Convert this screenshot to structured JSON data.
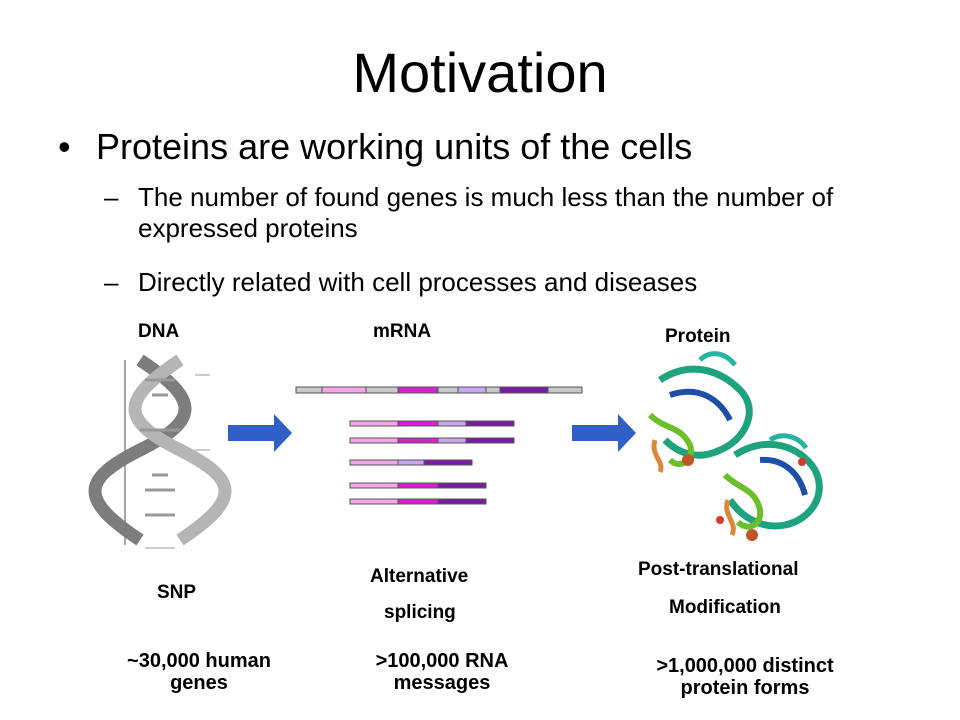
{
  "title": "Motivation",
  "bullet_main": {
    "marker": "•",
    "text": "Proteins are working units of the cells"
  },
  "sub_bullets": [
    {
      "marker": "–",
      "text": "The number of found genes is much less than the number of expressed proteins"
    },
    {
      "marker": "–",
      "text": "Directly related with cell processes and diseases"
    }
  ],
  "diagram": {
    "dna_label": "DNA",
    "mrna_label": "mRNA",
    "protein_label": "Protein",
    "snp_label": "SNP",
    "splicing_label_1": "Alternative",
    "splicing_label_2": "splicing",
    "ptm_label_1": "Post-translational",
    "ptm_label_2": "Modification",
    "genes_count": "~30,000 human genes",
    "rna_count": ">100,000 RNA messages",
    "protein_count": ">1,000,000 distinct protein forms",
    "arrow_color": "#2f5fc7",
    "exon_colors": [
      "#f4a6e8",
      "#d61fd0",
      "#c7a6ee",
      "#7a1aa6"
    ]
  }
}
